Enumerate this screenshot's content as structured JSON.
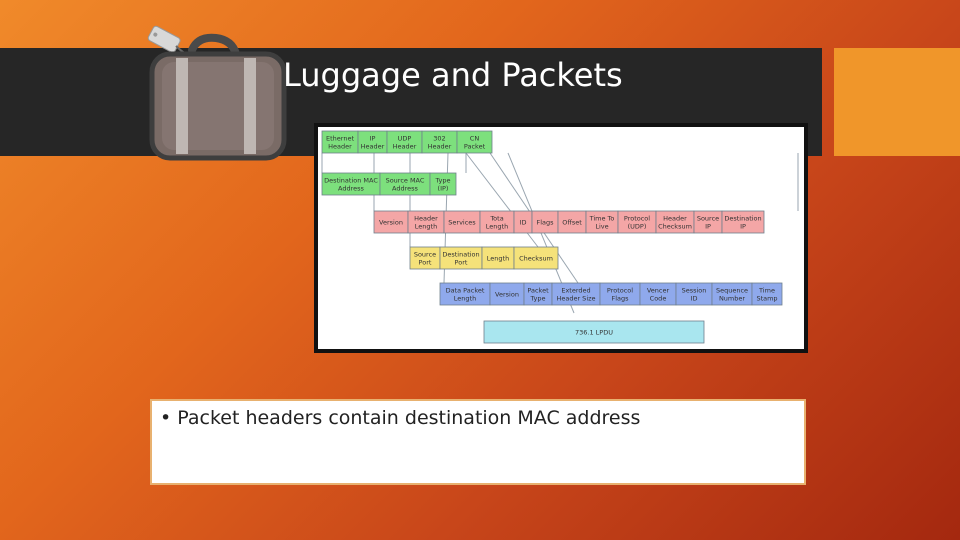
{
  "slide": {
    "title": "Luggage and Packets",
    "bullets": [
      "Packet headers contain destination MAC address"
    ]
  },
  "colors": {
    "title_bar": "#262626",
    "accent": "#f0962a",
    "background_start": "#f08a2a",
    "background_end": "#a4280f"
  },
  "diagram": {
    "rows": [
      {
        "color": "#7de07d",
        "cells": [
          [
            "Ethernet",
            "Header"
          ],
          [
            "IP",
            "Header"
          ],
          [
            "UDP",
            "Header"
          ],
          [
            "302",
            "Header"
          ],
          [
            "CN",
            "Packet"
          ]
        ]
      },
      {
        "color": "#7de07d",
        "cells": [
          [
            "Destination MAC",
            "Address"
          ],
          [
            "Source MAC",
            "Address"
          ],
          [
            "Type",
            "(IP)"
          ]
        ]
      },
      {
        "color": "#f4a6a6",
        "cells": [
          [
            "Version",
            ""
          ],
          [
            "Header",
            "Length"
          ],
          [
            "Services",
            ""
          ],
          [
            "Tota",
            "Length"
          ],
          [
            "ID",
            ""
          ],
          [
            "Flags",
            ""
          ],
          [
            "Offset",
            ""
          ],
          [
            "Time To",
            "Live"
          ],
          [
            "Protocol",
            "(UDP)"
          ],
          [
            "Header",
            "Checksum"
          ],
          [
            "Source",
            "IP"
          ],
          [
            "Destination",
            "IP"
          ]
        ]
      },
      {
        "color": "#f5e27a",
        "cells": [
          [
            "Source",
            "Port"
          ],
          [
            "Destination",
            "Port"
          ],
          [
            "Length",
            ""
          ],
          [
            "Checksum",
            ""
          ]
        ]
      },
      {
        "color": "#8fa9ec",
        "cells": [
          [
            "Data Packet",
            "Length"
          ],
          [
            "Version",
            ""
          ],
          [
            "Packet",
            "Type"
          ],
          [
            "Exterded",
            "Header Size"
          ],
          [
            "Protocol",
            "Flags"
          ],
          [
            "Vencer",
            "Code"
          ],
          [
            "Session",
            "ID"
          ],
          [
            "Sequence",
            "Number"
          ],
          [
            "Time",
            "Stamp"
          ]
        ]
      },
      {
        "color": "#a9e6ef",
        "cells": [
          [
            "736.1 LPDU",
            ""
          ]
        ]
      }
    ]
  }
}
